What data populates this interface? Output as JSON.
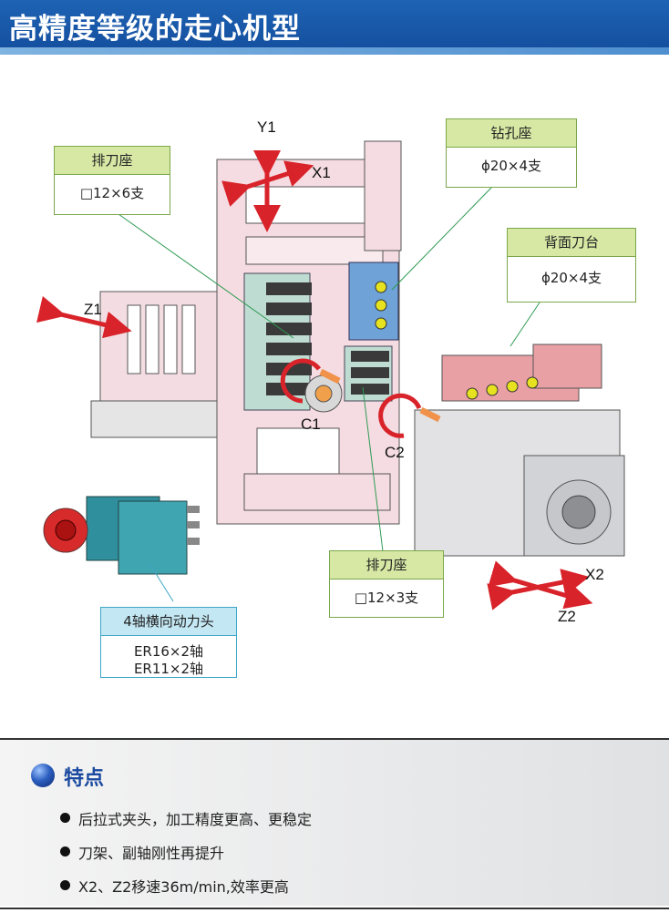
{
  "header": {
    "title": "高精度等级的走心机型"
  },
  "axes": {
    "y1": "Y1",
    "x1": "X1",
    "z1": "Z1",
    "c1": "C1",
    "c2": "C2",
    "x2": "X2",
    "z2": "Z2"
  },
  "labels": {
    "gang_tool_top": {
      "title": "排刀座",
      "body": "□12×6支"
    },
    "drill_holder": {
      "title": "钻孔座",
      "body": "ϕ20×4支"
    },
    "back_tool_post": {
      "title": "背面刀台",
      "body": "ϕ20×4支"
    },
    "gang_tool_bottom": {
      "title": "排刀座",
      "body": "□12×3支"
    },
    "live_tool": {
      "title": "4轴横向动力头",
      "line1": "ER16×2轴",
      "line2": "ER11×2轴"
    }
  },
  "features": {
    "title": "特点",
    "items": [
      "后拉式夹头，加工精度更高、更稳定",
      "刀架、副轴刚性再提升",
      "X2、Z2移速36m/min,效率更高"
    ]
  },
  "colors": {
    "header_blue": "#1e63b4",
    "label_green": "#d6e8a4",
    "label_blue": "#c3e7f3",
    "arrow_red": "#d9232a",
    "arrow_orange": "#f0924a"
  }
}
